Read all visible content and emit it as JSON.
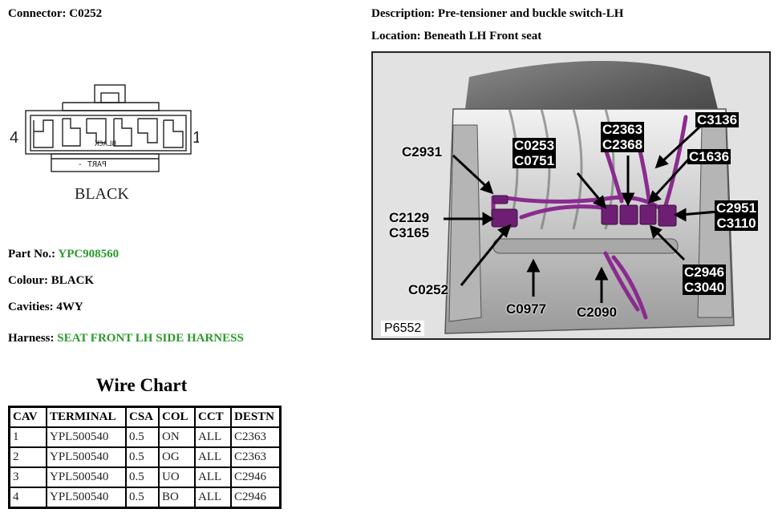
{
  "connector": {
    "label": "Connector:",
    "id": "C0252",
    "pin_left": "4",
    "pin_right": "1",
    "color_caption": "BLACK"
  },
  "description": {
    "label": "Description:",
    "value": "Pre-tensioner and buckle switch-LH"
  },
  "location": {
    "label": "Location:",
    "value": "Beneath LH Front seat"
  },
  "part": {
    "label": "Part No.:",
    "value": "YPC908560"
  },
  "colour": {
    "label": "Colour:",
    "value": "BLACK"
  },
  "cavities": {
    "label": "Cavities:",
    "value": "4WY"
  },
  "harness": {
    "label": "Harness:",
    "value": "SEAT FRONT LH SIDE HARNESS"
  },
  "photo": {
    "ref": "P6552",
    "callouts": {
      "c3136": "C3136",
      "c2363": "C2363",
      "c2368": "C2368",
      "c0253": "C0253",
      "c0751": "C0751",
      "c1636": "C1636",
      "c2931": "C2931",
      "c2129": "C2129",
      "c3165": "C3165",
      "c2951": "C2951",
      "c3110": "C3110",
      "c2946": "C2946",
      "c3040": "C3040",
      "c0252": "C0252",
      "c0977": "C0977",
      "c2090": "C2090"
    }
  },
  "wire_chart": {
    "title": "Wire Chart",
    "headers": [
      "CAV",
      "TERMINAL",
      "CSA",
      "COL",
      "CCT",
      "DESTN"
    ],
    "rows": [
      [
        "1",
        "YPL500540",
        "0.5",
        "ON",
        "ALL",
        "C2363"
      ],
      [
        "2",
        "YPL500540",
        "0.5",
        "OG",
        "ALL",
        "C2363"
      ],
      [
        "3",
        "YPL500540",
        "0.5",
        "UO",
        "ALL",
        "C2946"
      ],
      [
        "4",
        "YPL500540",
        "0.5",
        "BO",
        "ALL",
        "C2946"
      ]
    ]
  }
}
